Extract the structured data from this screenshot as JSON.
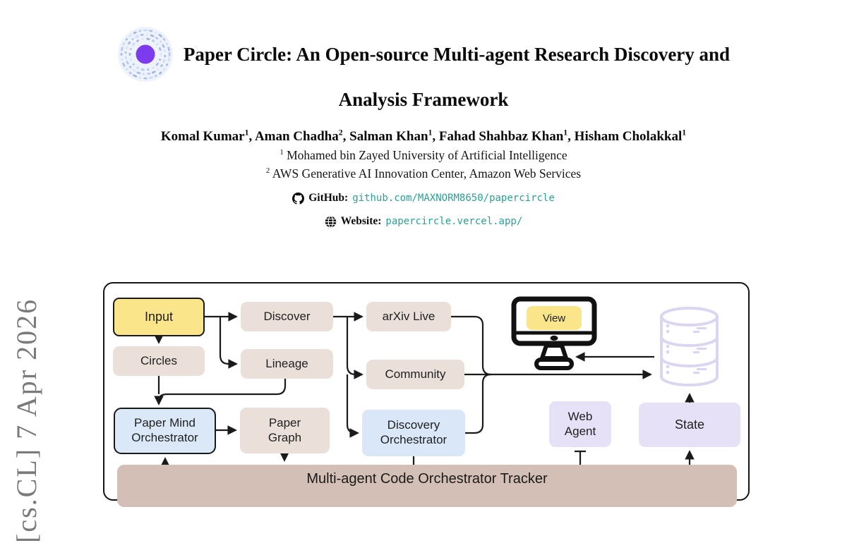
{
  "watermark": {
    "text": "[cs.CL] 7 Apr 2026"
  },
  "header": {
    "title_line1": "Paper Circle: An Open-source Multi-agent Research Discovery and",
    "title_line2": "Analysis Framework",
    "authors": [
      {
        "name": "Komal Kumar",
        "sup": "1",
        "sep": ", "
      },
      {
        "name": "Aman Chadha",
        "sup": "2",
        "sep": ", "
      },
      {
        "name": "Salman Khan",
        "sup": "1",
        "sep": ", "
      },
      {
        "name": "Fahad Shahbaz Khan",
        "sup": "1",
        "sep": ", "
      },
      {
        "name": "Hisham Cholakkal",
        "sup": "1",
        "sep": ""
      }
    ],
    "affiliations": [
      {
        "sup": "1",
        "text": " Mohamed bin Zayed University of Artificial Intelligence"
      },
      {
        "sup": "2",
        "text": " AWS Generative AI Innovation Center, Amazon Web Services"
      }
    ],
    "links": {
      "github_label": "GitHub:",
      "github_url": "github.com/MAXNORM8650/papercircle",
      "website_label": "Website:",
      "website_url": "papercircle.vercel.app/"
    }
  },
  "diagram": {
    "nodes": {
      "input": "Input",
      "discover": "Discover",
      "arxiv_live": "arXiv Live",
      "view": "View",
      "circles": "Circles",
      "lineage": "Lineage",
      "community": "Community",
      "paper_mind_orchestrator": "Paper Mind\nOrchestrator",
      "paper_graph": "Paper\nGraph",
      "discovery_orchestrator": "Discovery\nOrchestrator",
      "web_agent": "Web\nAgent",
      "state": "State",
      "tracker_bar": "Multi-agent Code Orchestrator Tracker"
    },
    "colors": {
      "input_fill": "#FAE58A",
      "module_fill": "#EAE0D9",
      "orchestrator_fill": "#DBE8F8",
      "agent_fill": "#E6E1F7",
      "tracker_fill": "#D3BFB6",
      "link_teal": "#2AA198",
      "logo_purple": "#7C3BEC",
      "database_outline": "#DCD5F1"
    }
  }
}
